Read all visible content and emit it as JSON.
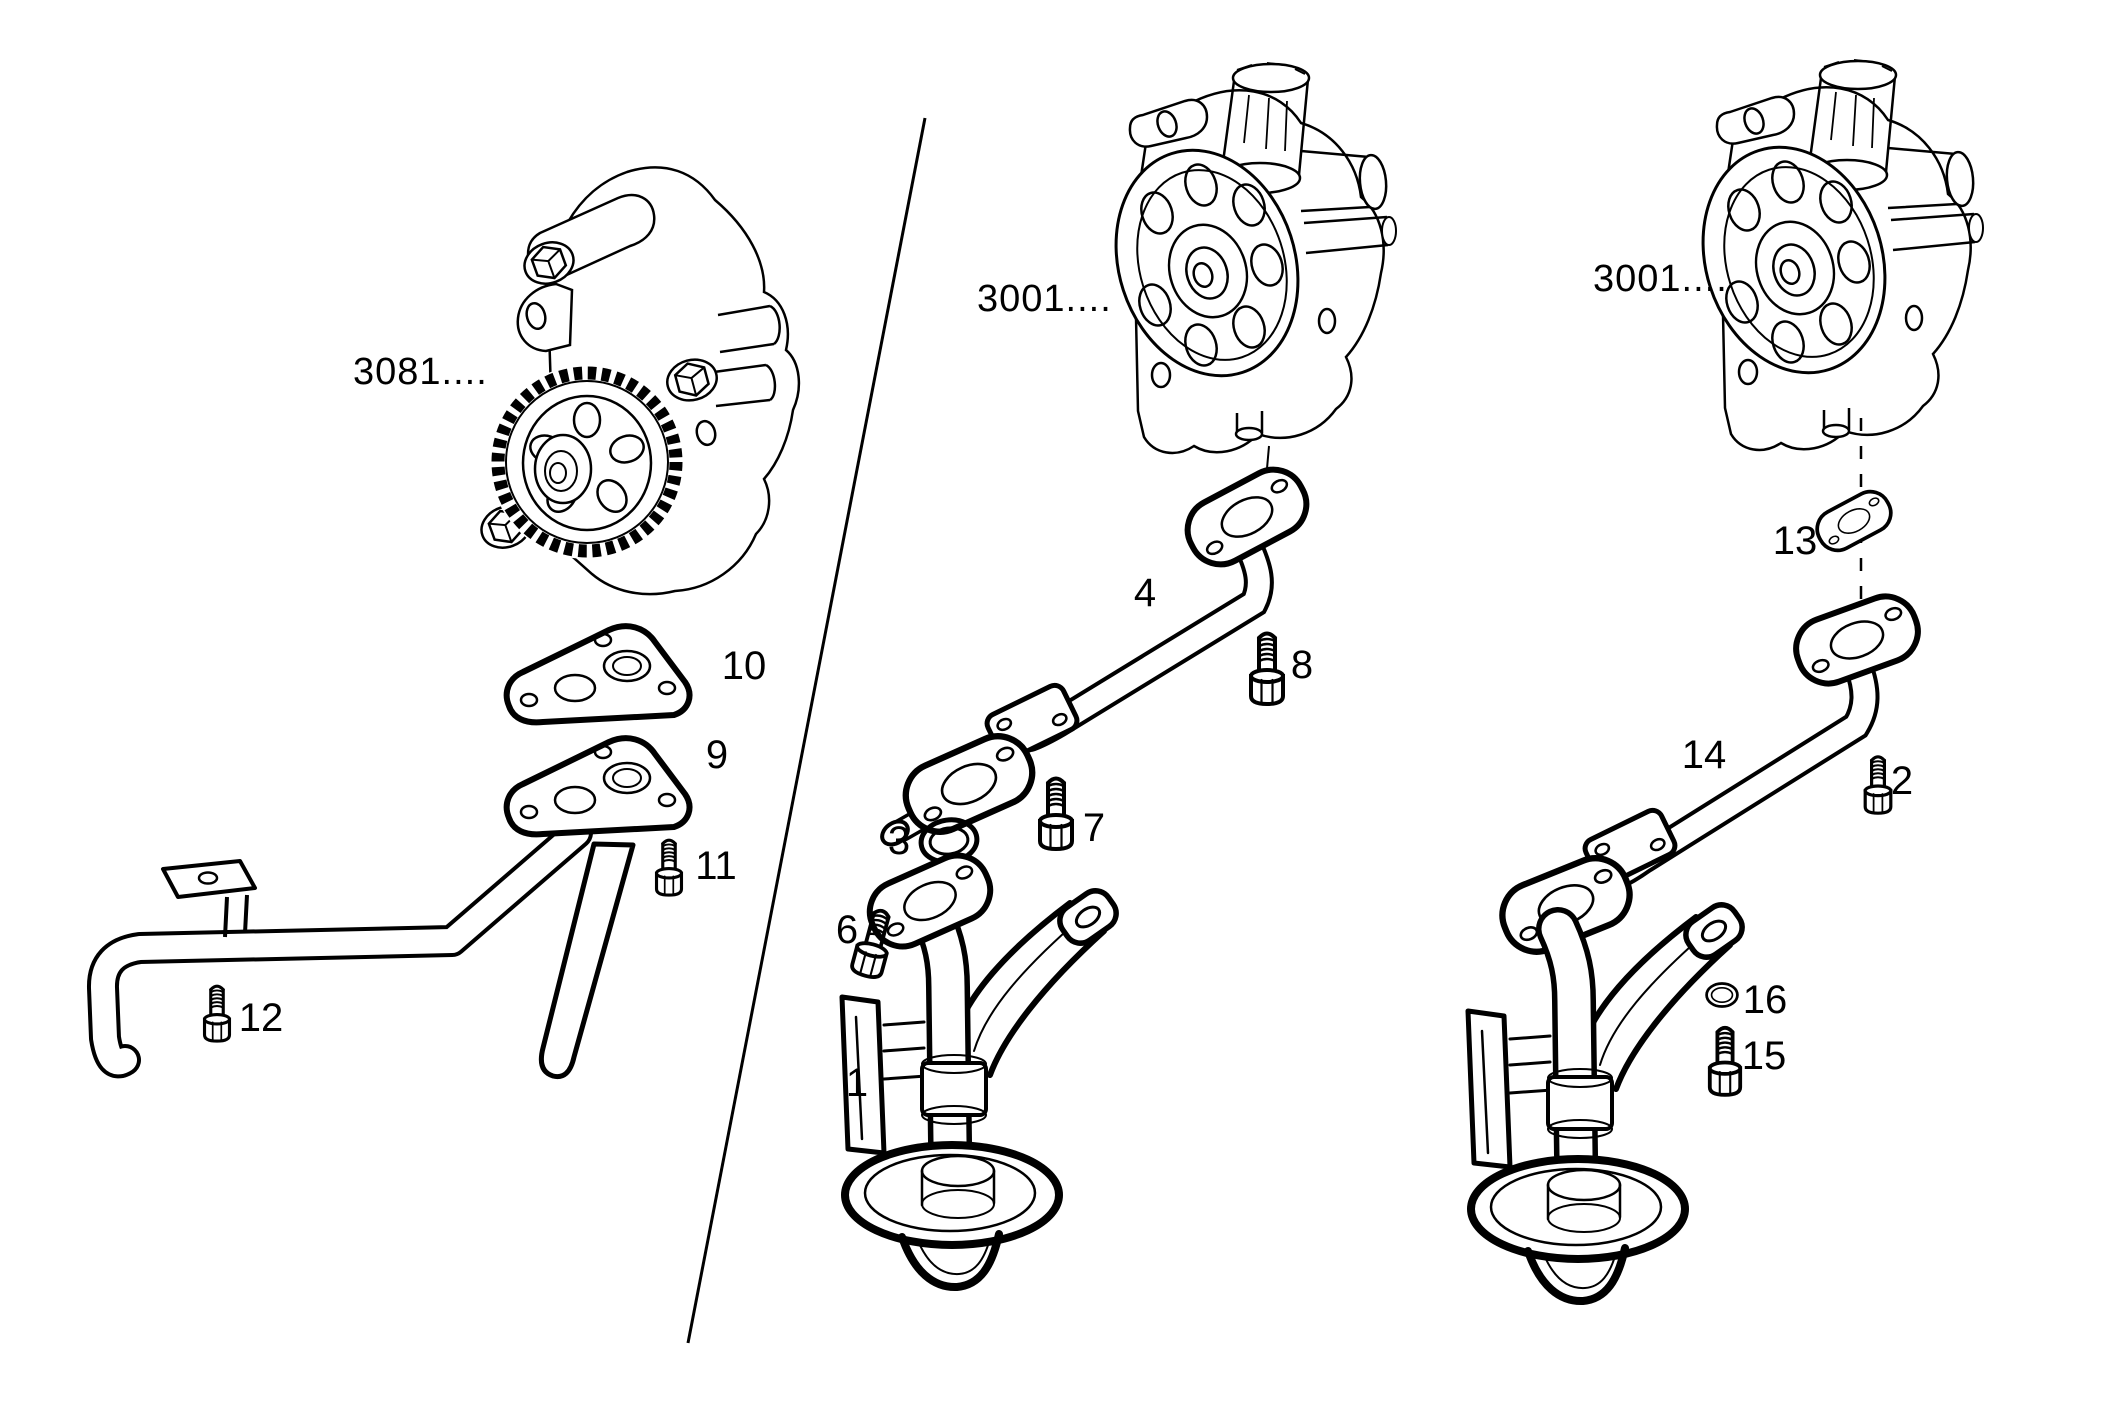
{
  "page": {
    "type": "exploded-parts-diagram",
    "subject": "oil pump and suction pipe assemblies",
    "background": "#ffffff",
    "line_color": "#000000"
  },
  "assemblies": [
    {
      "id": "gear-oil-pump-left",
      "label": "3081...."
    },
    {
      "id": "oil-pump-middle",
      "label": "3001...."
    },
    {
      "id": "oil-pump-right",
      "label": "3001...."
    }
  ],
  "part_labels": [
    {
      "num": "1"
    },
    {
      "num": "2"
    },
    {
      "num": "3"
    },
    {
      "num": "4"
    },
    {
      "num": "6"
    },
    {
      "num": "7"
    },
    {
      "num": "8"
    },
    {
      "num": "9"
    },
    {
      "num": "10"
    },
    {
      "num": "11"
    },
    {
      "num": "12"
    },
    {
      "num": "13"
    },
    {
      "num": "14"
    },
    {
      "num": "15"
    },
    {
      "num": "16"
    }
  ]
}
